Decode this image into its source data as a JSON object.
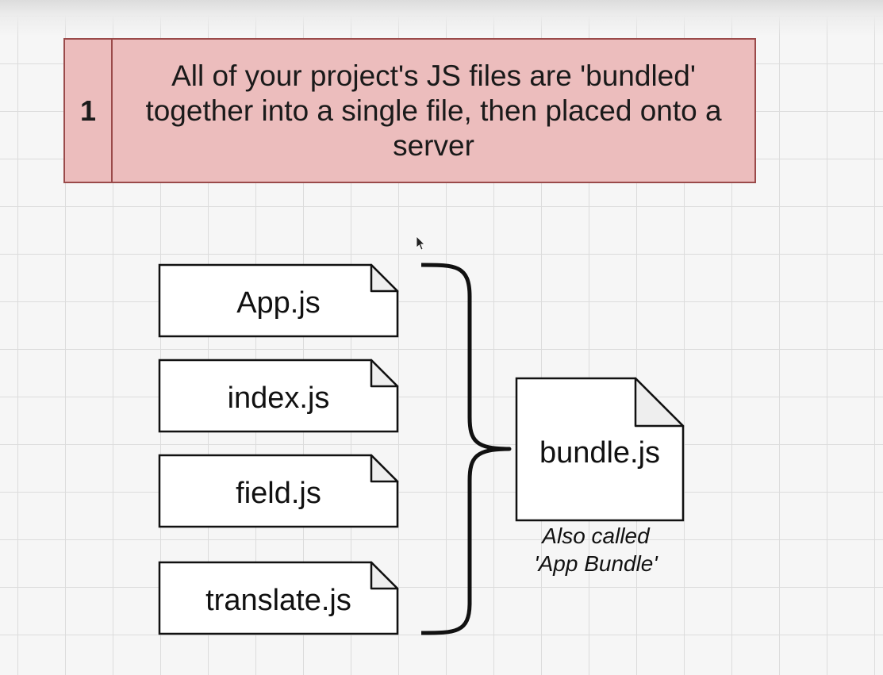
{
  "step": {
    "number": "1",
    "text": "All of your project's JS files are 'bundled' together into a single file, then placed onto a server"
  },
  "files": [
    {
      "name": "App.js"
    },
    {
      "name": "index.js"
    },
    {
      "name": "field.js"
    },
    {
      "name": "translate.js"
    }
  ],
  "bundle": {
    "name": "bundle.js",
    "note_line1": "Also called",
    "note_line2": "'App Bundle'"
  },
  "colors": {
    "callout_fill": "#ecbdbd",
    "callout_border": "#9a4a4a",
    "doc_fold": "#eeeeee"
  }
}
